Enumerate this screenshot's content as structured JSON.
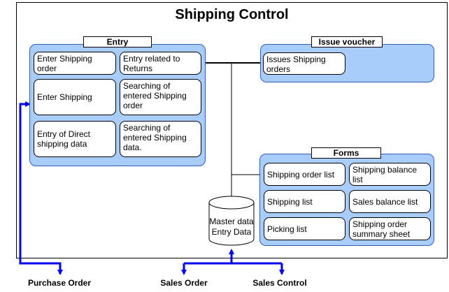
{
  "title": "Shipping Control",
  "entry": {
    "label": "Entry",
    "cells": [
      "Enter Shipping order",
      "Entry related to Returns",
      "Enter Shipping",
      "Searching of entered Shipping order",
      "Entry of Direct shipping data",
      "Searching of entered Shipping data."
    ]
  },
  "issue_voucher": {
    "label": "Issue voucher",
    "cells": [
      "Issues Shipping orders"
    ]
  },
  "forms": {
    "label": "Forms",
    "cells": [
      "Shipping order list",
      "Shipping balance list",
      "Shipping list",
      "Sales balance list",
      "Picking list",
      "Shipping order summary sheet"
    ]
  },
  "database": {
    "label": "Master data Entry Data"
  },
  "footer": {
    "purchase_order": "Purchase Order",
    "sales_order": "Sales Order",
    "sales_control": "Sales Control"
  },
  "colors": {
    "panel_fill": "#a9cdfa",
    "panel_border": "#2f5fbf",
    "arrow": "#0000ee"
  }
}
